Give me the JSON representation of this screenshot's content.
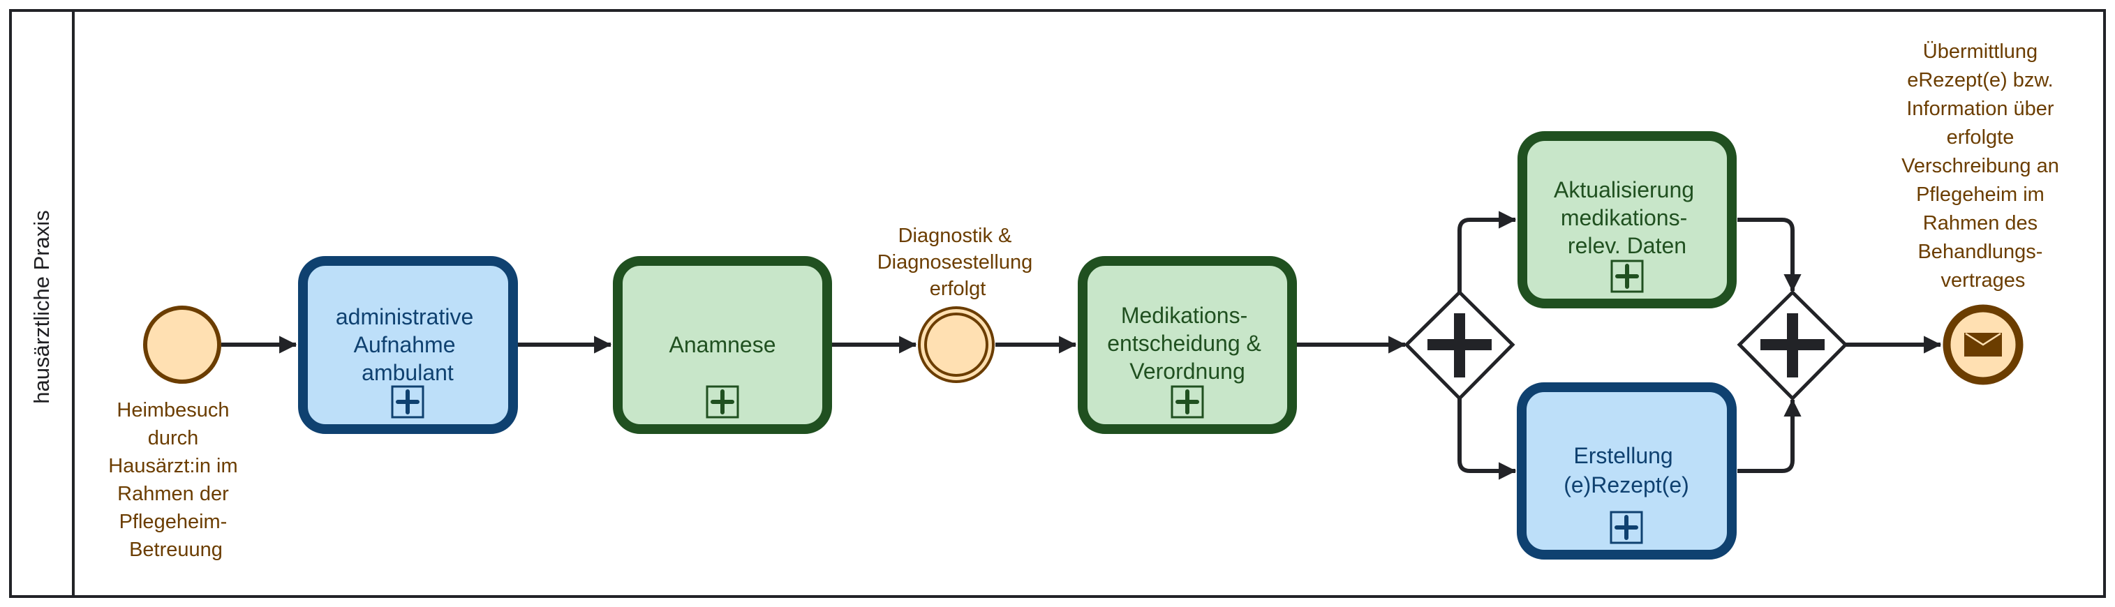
{
  "diagram": {
    "type": "BPMN process",
    "pool": {
      "lane_label": "hausärztliche Praxis"
    },
    "colors": {
      "line": "#222327",
      "event_stroke": "#6b3d00",
      "event_fill": "#ffe0b2",
      "event_text": "#6b3d00",
      "blue_task_stroke": "#0f4170",
      "blue_task_fill": "#bddff9",
      "blue_task_text": "#0f4170",
      "green_task_stroke": "#205020",
      "green_task_fill": "#c8e6c9",
      "green_task_text": "#205020",
      "gateway_fill": "#ffffff"
    },
    "start_event": {
      "kind": "start",
      "label_lines": [
        "Heimbesuch",
        "durch",
        "Hausärzt:in im",
        "Rahmen der",
        "Pflegeheim-",
        "Betreuung"
      ]
    },
    "intermediate_event": {
      "kind": "intermediate",
      "label_lines": [
        "Diagnostik &",
        "Diagnosestellung",
        "erfolgt"
      ]
    },
    "end_event": {
      "kind": "message-end",
      "icon": "envelope-icon",
      "label_lines": [
        "Übermittlung",
        "eRezept(e) bzw.",
        "Information über",
        "erfolgte",
        "Verschreibung an",
        "Pflegeheim im",
        "Rahmen des",
        "Behandlungs-",
        "vertrages"
      ]
    },
    "tasks": [
      {
        "id": "admin",
        "theme": "blue",
        "label_lines": [
          "administrative",
          "Aufnahme",
          "ambulant"
        ],
        "marker": "subprocess-plus-icon"
      },
      {
        "id": "anamnese",
        "theme": "green",
        "label_lines": [
          "Anamnese"
        ],
        "marker": "subprocess-plus-icon"
      },
      {
        "id": "medikation",
        "theme": "green",
        "label_lines": [
          "Medikations-",
          "entscheidung &",
          "Verordnung"
        ],
        "marker": "subprocess-plus-icon"
      },
      {
        "id": "aktualisierung",
        "theme": "green",
        "label_lines": [
          "Aktualisierung",
          "medikations-",
          "relev. Daten"
        ],
        "marker": "subprocess-plus-icon"
      },
      {
        "id": "erstellung",
        "theme": "blue",
        "label_lines": [
          "Erstellung",
          "(e)Rezept(e)"
        ],
        "marker": "subprocess-plus-icon"
      }
    ],
    "gateways": [
      {
        "id": "split",
        "kind": "parallel",
        "icon": "plus-icon"
      },
      {
        "id": "join",
        "kind": "parallel",
        "icon": "plus-icon"
      }
    ],
    "flows": [
      {
        "from": "start",
        "to": "admin"
      },
      {
        "from": "admin",
        "to": "anamnese"
      },
      {
        "from": "anamnese",
        "to": "intermediate"
      },
      {
        "from": "intermediate",
        "to": "medikation"
      },
      {
        "from": "medikation",
        "to": "split"
      },
      {
        "from": "split",
        "to": "aktualisierung"
      },
      {
        "from": "split",
        "to": "erstellung"
      },
      {
        "from": "aktualisierung",
        "to": "join"
      },
      {
        "from": "erstellung",
        "to": "join"
      },
      {
        "from": "join",
        "to": "end"
      }
    ]
  }
}
